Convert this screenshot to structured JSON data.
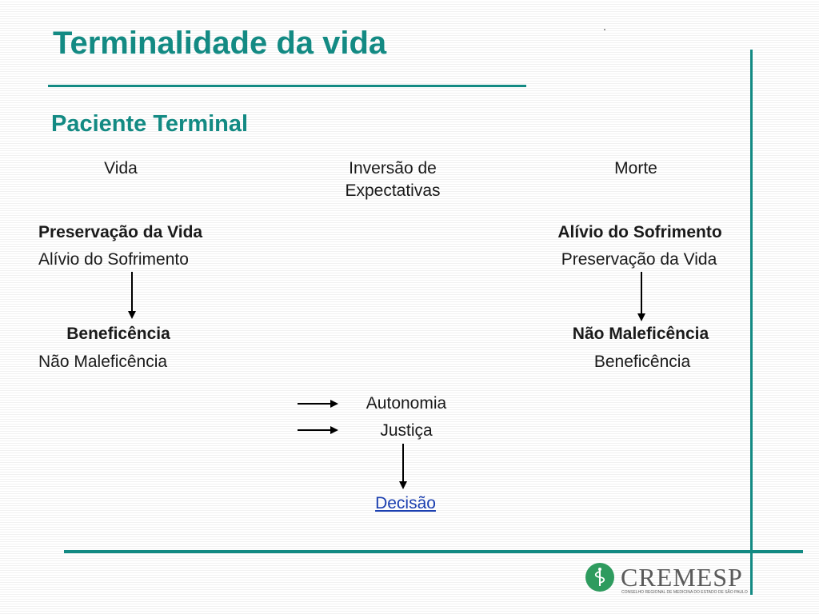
{
  "slide": {
    "title": "Terminalidade da vida",
    "subtitle": "Paciente Terminal"
  },
  "columns": {
    "left": "Vida",
    "center_line1": "Inversão de",
    "center_line2": "Expectativas",
    "right": "Morte"
  },
  "left_block": {
    "top_bold": "Preservação da Vida",
    "top_normal": "Alívio do Sofrimento",
    "bottom_bold": "Beneficência",
    "bottom_normal": "Não Maleficência"
  },
  "right_block": {
    "top_bold": "Alívio do Sofrimento",
    "top_normal": "Preservação da Vida",
    "bottom_bold": "Não Maleficência",
    "bottom_normal": "Beneficência"
  },
  "center_block": {
    "item1": "Autonomia",
    "item2": "Justiça",
    "result": "Decisão"
  },
  "logo": {
    "name": "CREMESP",
    "subtitle": "CONSELHO REGIONAL DE MEDICINA DO ESTADO DE SÃO PAULO",
    "icon": "caduceus-icon"
  },
  "colors": {
    "accent_teal": "#138a83",
    "link_blue": "#1b3fb0",
    "logo_green": "#2e9b5e"
  }
}
